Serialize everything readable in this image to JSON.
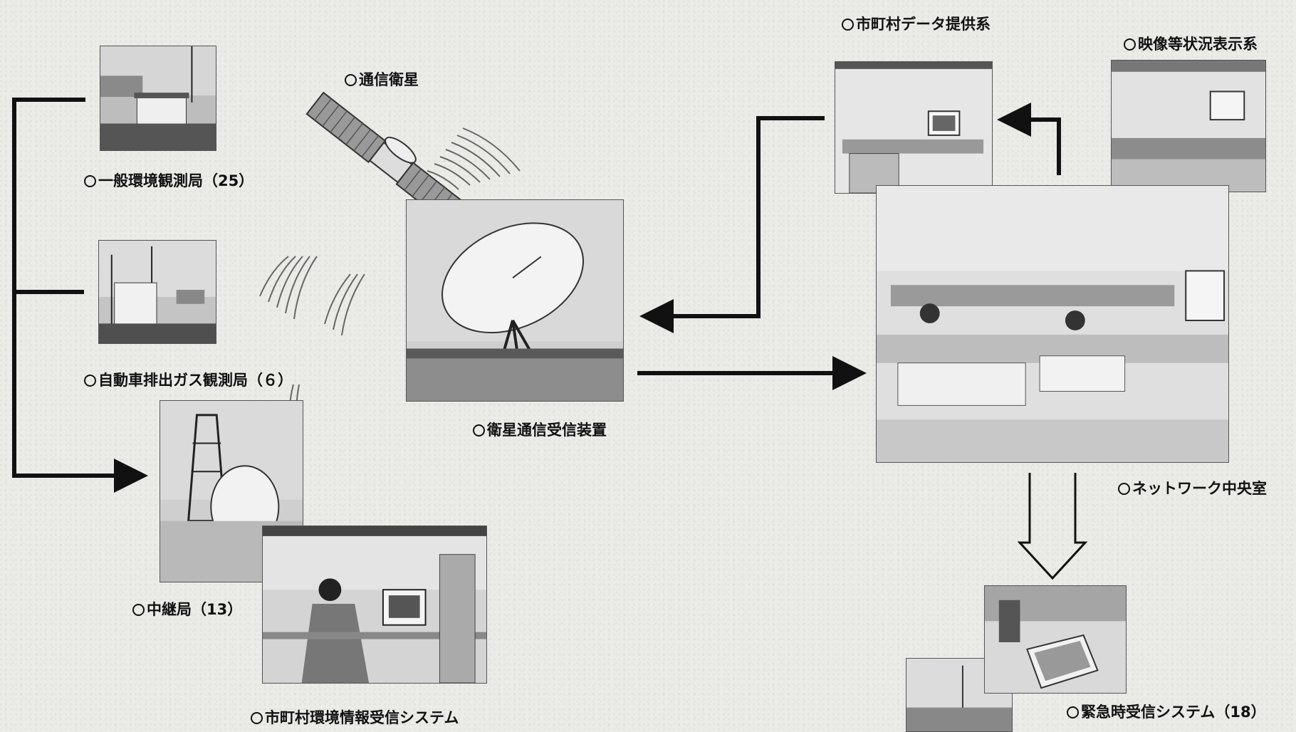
{
  "labels": {
    "satellite": "通信衛星",
    "general_station": "一般環境観測局（25）",
    "vehicle_station": "自動車排出ガス観測局（６）",
    "relay_station": "中継局（13）",
    "municipal_receive": "市町村環境情報受信システム",
    "sat_receiver": "衛星通信受信装置",
    "municipal_data": "市町村データ提供系",
    "video_display": "映像等状況表示系",
    "network_center": "ネットワーク中央室",
    "emergency": "緊急時受信システム（18）"
  }
}
